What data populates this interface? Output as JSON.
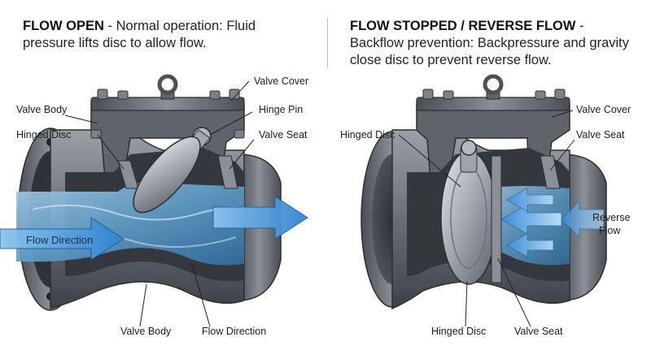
{
  "left_panel": {
    "heading": "FLOW OPEN",
    "description": " - Normal operation: Fluid pressure lifts disc to allow flow.",
    "labels": {
      "valve_cover": "Valve Cover",
      "valve_body_top": "Valve Body",
      "hinge_pin": "Hinge Pin",
      "hinged_disc": "Hinged Disc",
      "valve_seat": "Valve Seat",
      "flow_direction_arrow": "Flow Direction",
      "valve_body_bottom": "Valve Body",
      "flow_direction_bottom": "Flow Direction"
    }
  },
  "right_panel": {
    "heading": "FLOW STOPPED / REVERSE FLOW",
    "description": " - Backflow prevention: Backpressure and gravity close disc to prevent reverse flow.",
    "labels": {
      "hinged_disc_top": "Hinged Disc",
      "valve_cover": "Valve Cover",
      "valve_seat_top": "Valve Seat",
      "reverse_flow_line1": "Reverse",
      "reverse_flow_line2": "Flow",
      "hinged_disc_bottom": "Hinged Disc",
      "valve_seat_bottom": "Valve Seat"
    }
  },
  "colors": {
    "metal_dark": "#3c3f44",
    "metal_mid": "#6c7178",
    "metal_light": "#a9aeb4",
    "water": "#5e9cc7",
    "arrow_blue": "#3e8fd6"
  }
}
